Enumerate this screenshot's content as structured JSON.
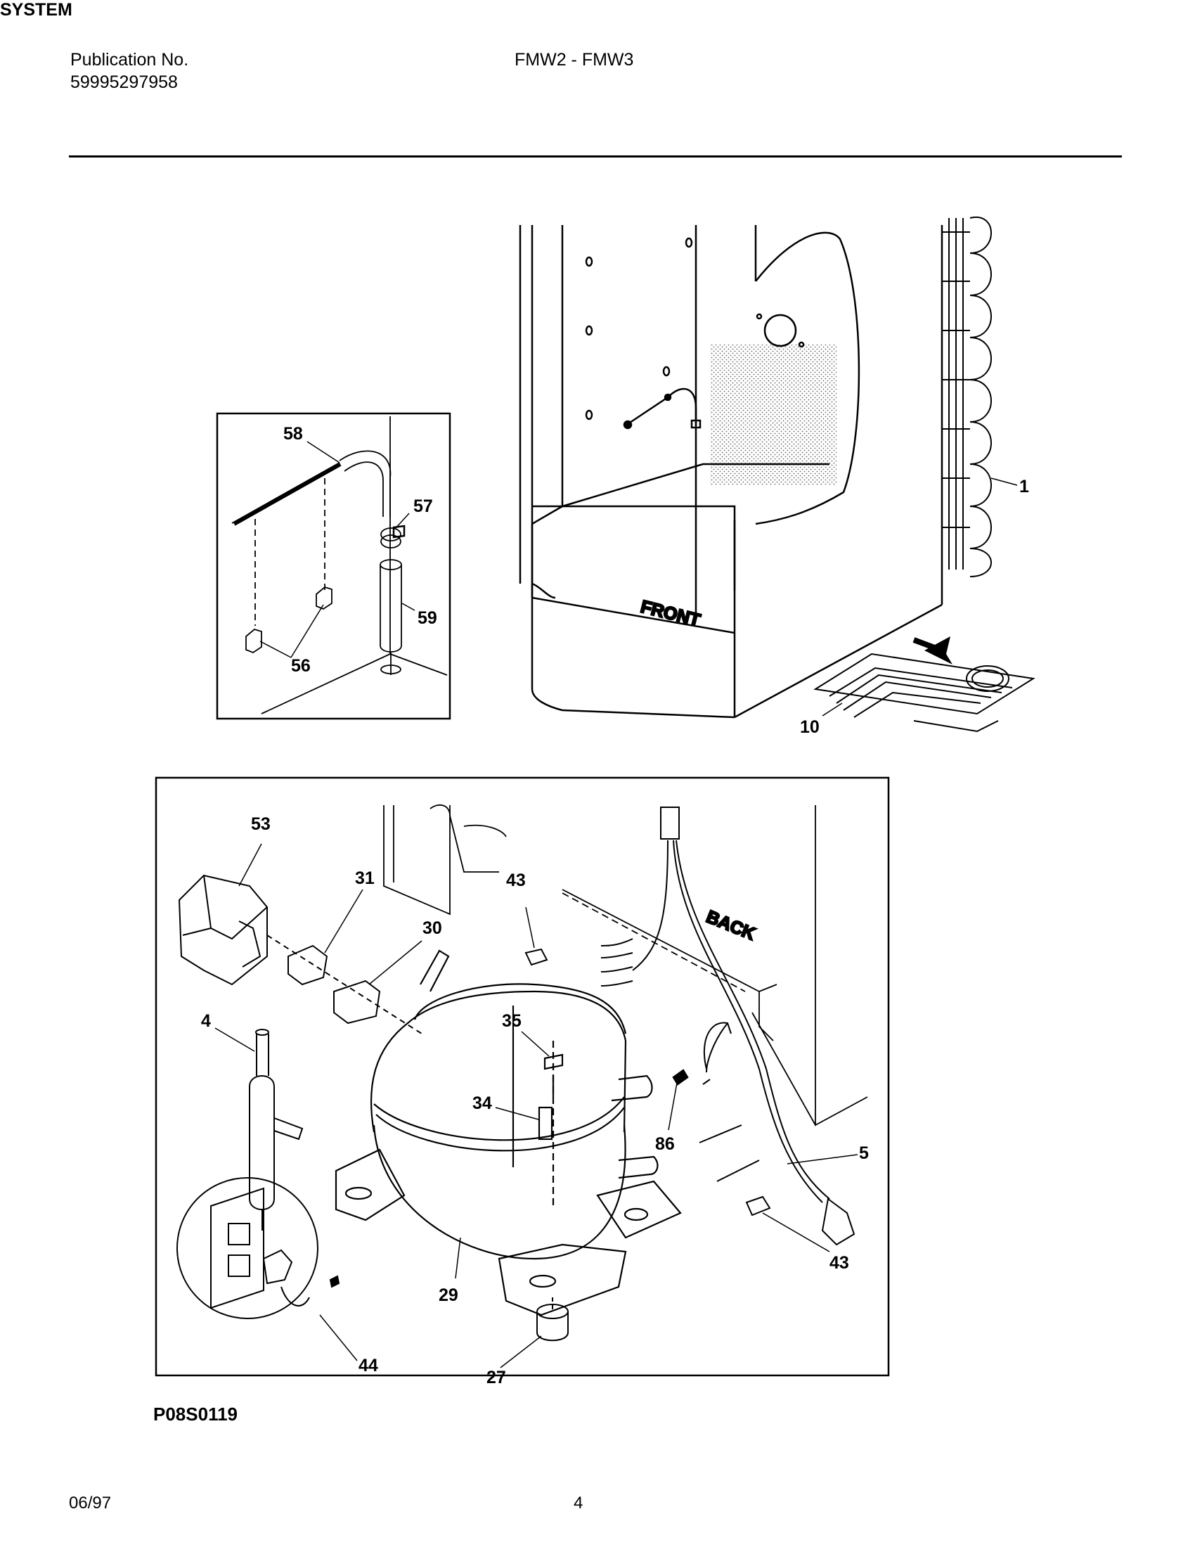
{
  "header": {
    "publication_label": "Publication No.",
    "publication_number": "59995297958",
    "models": "FMW2 - FMW3",
    "section_title": "SYSTEM"
  },
  "diagram": {
    "orientation_labels": {
      "front": "FRONT",
      "back": "BACK"
    },
    "callouts": [
      "1",
      "10",
      "58",
      "57",
      "59",
      "56",
      "53",
      "31",
      "30",
      "43",
      "4",
      "35",
      "34",
      "86",
      "5",
      "29",
      "44",
      "27",
      "43"
    ],
    "figure_code": "P08S0119"
  },
  "footer": {
    "date": "06/97",
    "page_number": "4"
  }
}
